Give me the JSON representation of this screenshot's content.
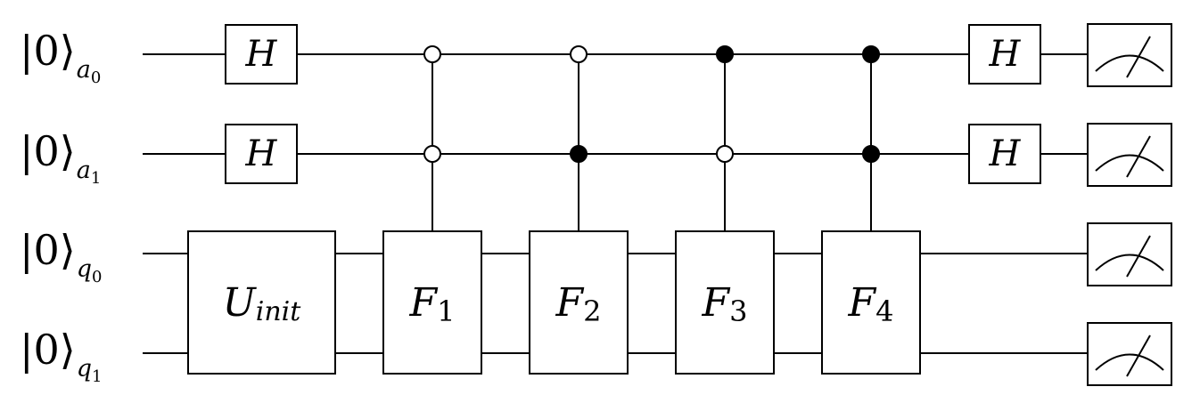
{
  "qubits": [
    {
      "ket": "|0⟩",
      "sub": "a",
      "subn": "0"
    },
    {
      "ket": "|0⟩",
      "sub": "a",
      "subn": "1"
    },
    {
      "ket": "|0⟩",
      "sub": "q",
      "subn": "0"
    },
    {
      "ket": "|0⟩",
      "sub": "q",
      "subn": "1"
    }
  ],
  "gates": {
    "h_label": "H",
    "uinit_main": "U",
    "uinit_sub": "init",
    "f_main": "F",
    "f_subs": [
      "1",
      "2",
      "3",
      "4"
    ]
  },
  "controls": [
    {
      "a0": "open",
      "a1": "open"
    },
    {
      "a0": "open",
      "a1": "filled"
    },
    {
      "a0": "filled",
      "a1": "open"
    },
    {
      "a0": "filled",
      "a1": "filled"
    }
  ]
}
